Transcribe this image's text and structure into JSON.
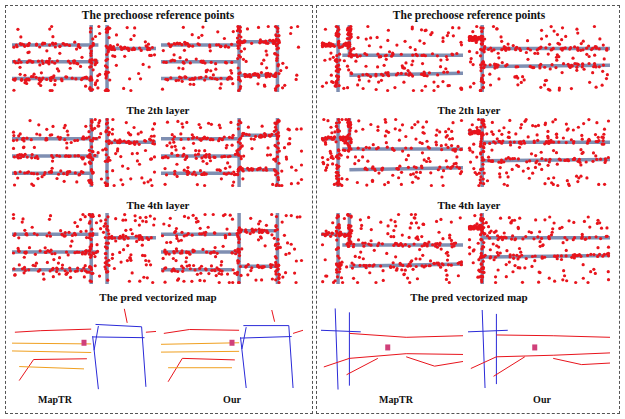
{
  "diagram": {
    "nodes": [
      {
        "text": [
          "The prechoose reference points",
          "The 2th layer",
          "The 4th layer",
          "The pred vectorized map",
          "MapTR",
          "Our"
        ]
      },
      {
        "text": [
          "The prechoose reference points",
          "The 2th layer",
          "The 4th layer",
          "The pred vectorized map",
          "MapTR",
          "Our"
        ]
      }
    ]
  }
}
